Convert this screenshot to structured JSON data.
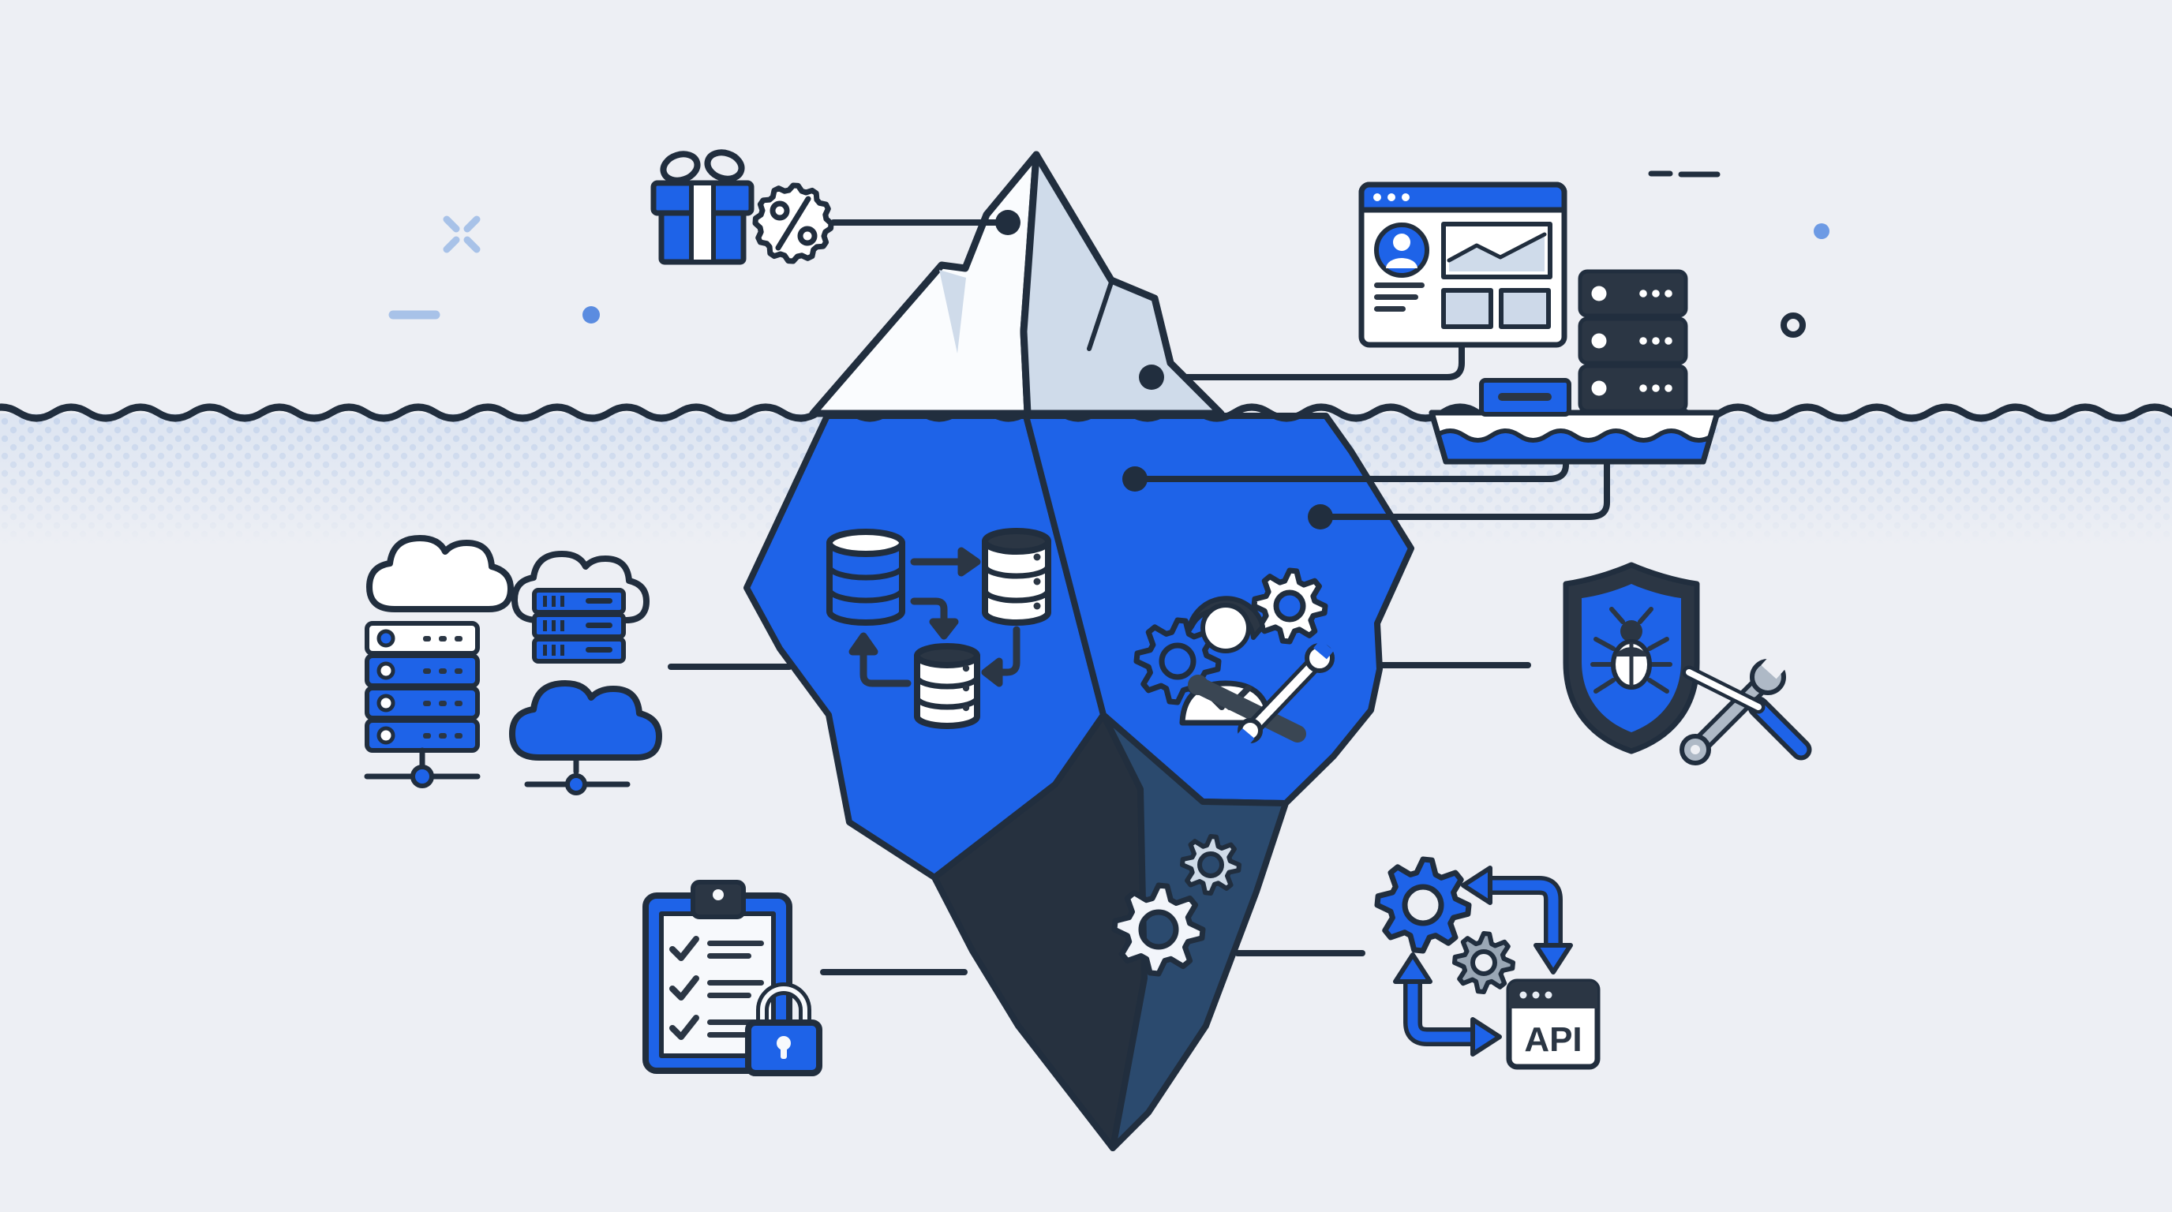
{
  "scene": {
    "title": "iceberg-infographic",
    "description": "Iceberg illustration: visible tip above waterline linked to gift/discount and dashboard-server platform; hidden underwater mass linked to infrastructure, data sync, maintenance, security, compliance and API integration icons"
  },
  "api_window": {
    "label": "API"
  },
  "colors": {
    "background": "#edeff4",
    "accent_blue": "#1e63e8",
    "outline_navy": "#212e3e",
    "dark_panel": "#2b3644",
    "iceberg_white_face": "#fafcfe",
    "iceberg_light_face": "#cfdbea",
    "facet_slate": "#26313f",
    "facet_navy": "#2b4a6e",
    "halftone_dot": "#c8d6ec",
    "decor_light_blue": "#a8c2e8",
    "decor_blue_dot": "#5b8ce0"
  },
  "icons": {
    "gift_discount": "gift box with percent starburst badge",
    "browser_dashboard": "browser window with avatar, line chart and panels",
    "server_rack_dark": "dark 3-unit server rack",
    "boat_platform": "floating platform carrying dashboard and servers",
    "database_sync": "three databases connected by cyclic arrows",
    "engineer_maintenance": "worker with gears and crossed wrenches",
    "hidden_gears": "two gears on dark facet",
    "cloud_outline": "outline cloud",
    "cloud_server": "cloud with blue server stack",
    "server_stack_network": "4-unit server tower on network stand",
    "cloud_solid_network": "solid blue cloud on network stand",
    "clipboard_checklist_lock": "checklist clipboard with padlock",
    "shield_bug": "security shield with bug",
    "wrench_screwdriver": "crossed wrench and screwdriver",
    "api_integration": "gears with exchange arrows and API window"
  }
}
